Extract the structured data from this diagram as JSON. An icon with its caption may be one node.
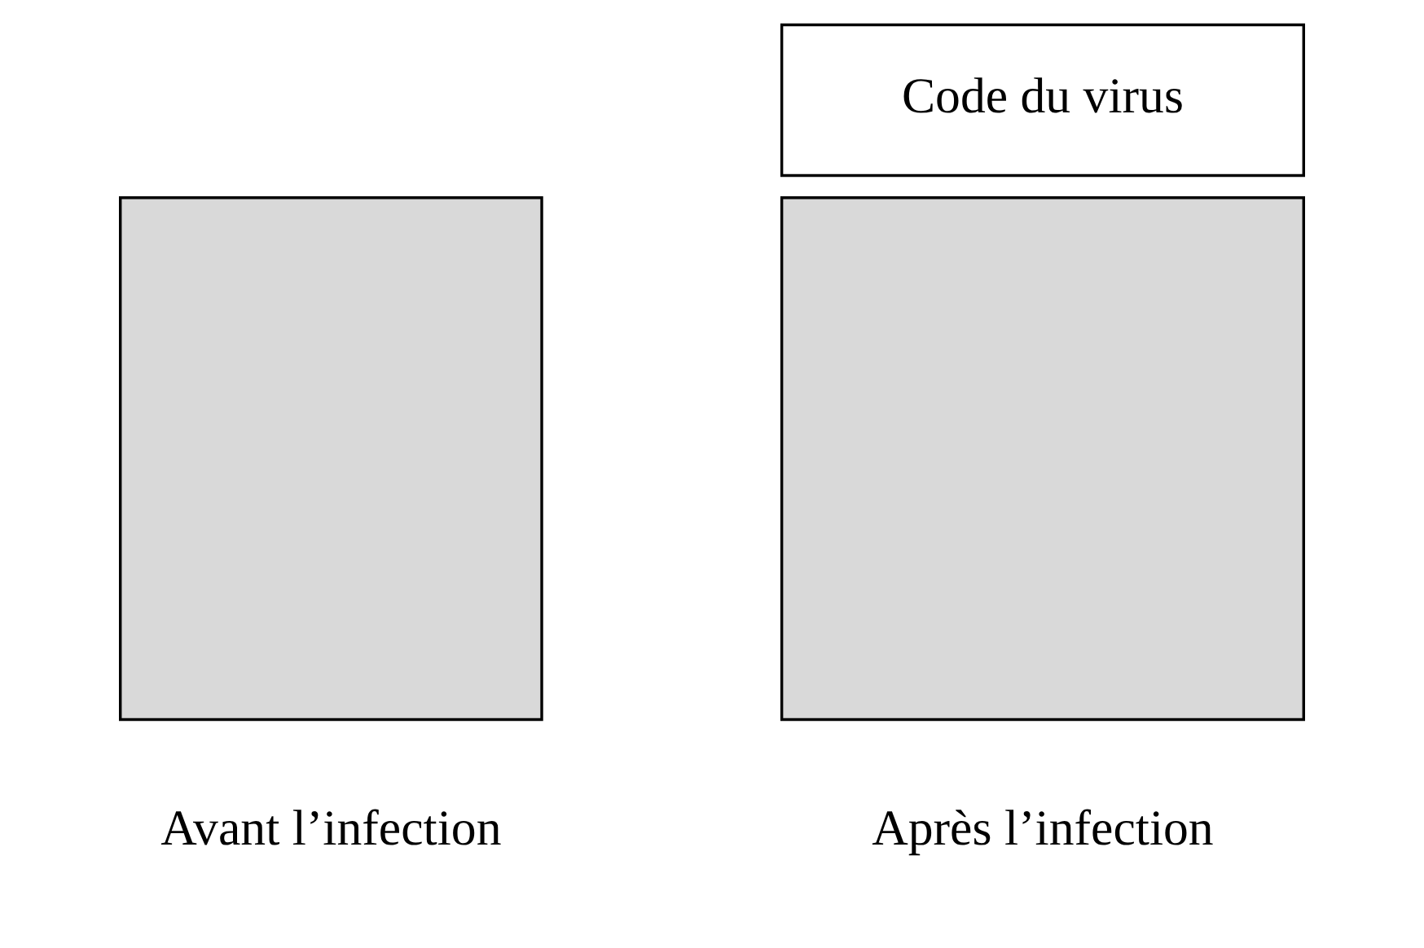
{
  "diagram": {
    "nodes": [
      {
        "text": [],
        "shape": "box",
        "beside": [
          "Avant l’infection"
        ]
      },
      {
        "text": [
          "Code du virus"
        ]
      },
      {
        "text": [],
        "shape": "box",
        "beside": [
          "Après l’infection"
        ]
      }
    ],
    "edges": []
  }
}
